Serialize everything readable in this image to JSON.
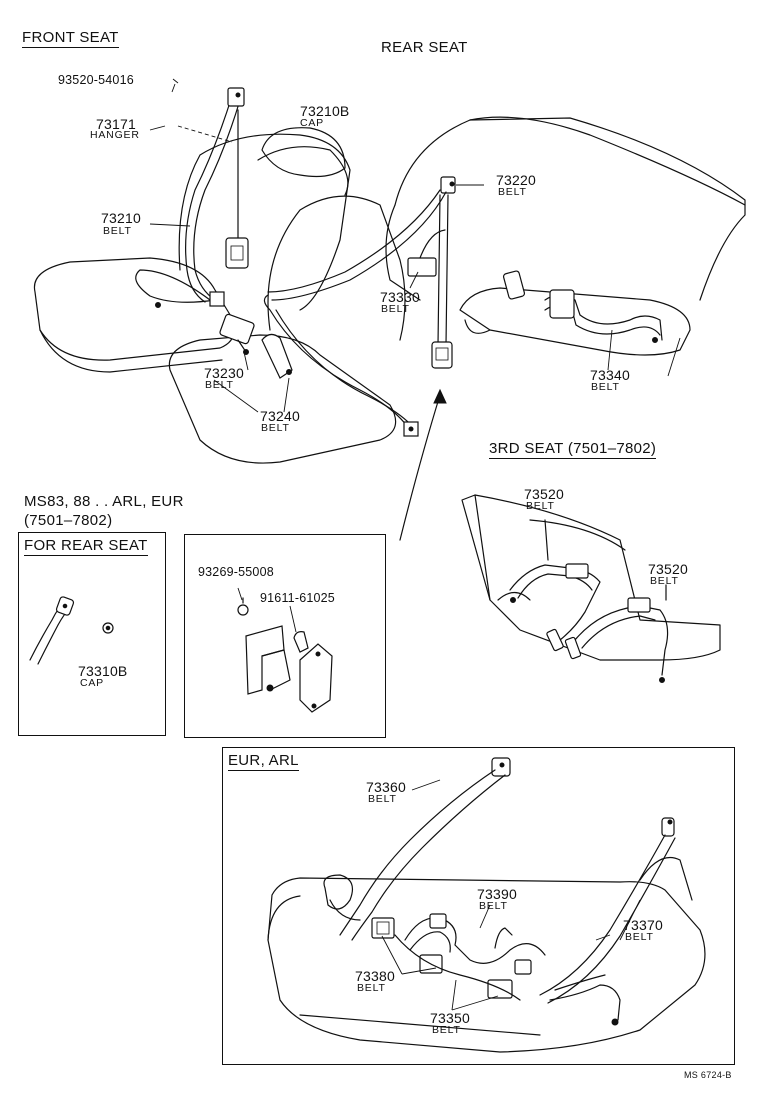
{
  "sections": {
    "front_seat": "FRONT SEAT",
    "rear_seat": "REAR SEAT",
    "third_seat": "3RD SEAT (7501–7802)",
    "ms83_note_line1": "MS83, 88 . . ARL, EUR",
    "ms83_note_line2": "(7501–7802)",
    "for_rear_seat": "FOR REAR SEAT",
    "eur_arl": "EUR,  ARL"
  },
  "parts": [
    {
      "id": "p93520",
      "number": "93520-54016",
      "name": ""
    },
    {
      "id": "p73171",
      "number": "73171",
      "name": "HANGER"
    },
    {
      "id": "p73210b",
      "number": "73210B",
      "name": "CAP"
    },
    {
      "id": "p73210",
      "number": "73210",
      "name": "BELT"
    },
    {
      "id": "p73220",
      "number": "73220",
      "name": "BELT"
    },
    {
      "id": "p73330",
      "number": "73330",
      "name": "BELT"
    },
    {
      "id": "p73230",
      "number": "73230",
      "name": "BELT"
    },
    {
      "id": "p73240",
      "number": "73240",
      "name": "BELT"
    },
    {
      "id": "p73340",
      "number": "73340",
      "name": "BELT"
    },
    {
      "id": "p73520a",
      "number": "73520",
      "name": "BELT"
    },
    {
      "id": "p73520b",
      "number": "73520",
      "name": "BELT"
    },
    {
      "id": "p93269",
      "number": "93269-55008",
      "name": ""
    },
    {
      "id": "p91611",
      "number": "91611-61025",
      "name": ""
    },
    {
      "id": "p73310b",
      "number": "73310B",
      "name": "CAP"
    },
    {
      "id": "p73360",
      "number": "73360",
      "name": "BELT"
    },
    {
      "id": "p73390",
      "number": "73390",
      "name": "BELT"
    },
    {
      "id": "p73370",
      "number": "73370",
      "name": "BELT"
    },
    {
      "id": "p73380",
      "number": "73380",
      "name": "BELT"
    },
    {
      "id": "p73350",
      "number": "73350",
      "name": "BELT"
    }
  ],
  "footer_code": "MS 6724-B"
}
